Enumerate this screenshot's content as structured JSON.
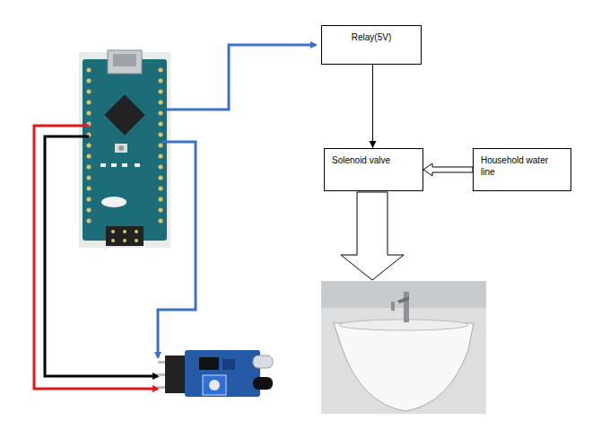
{
  "diagram": {
    "nodes": [
      {
        "text": [
          "Relay(5V)"
        ]
      },
      {
        "text": [
          "Solenoid valve"
        ]
      },
      {
        "text": [
          "Household water line"
        ]
      }
    ],
    "edges": [
      {
        "from": 0,
        "to": 1,
        "arrow": "to"
      },
      {
        "from": 2,
        "to": 1,
        "arrow": "to"
      }
    ]
  }
}
